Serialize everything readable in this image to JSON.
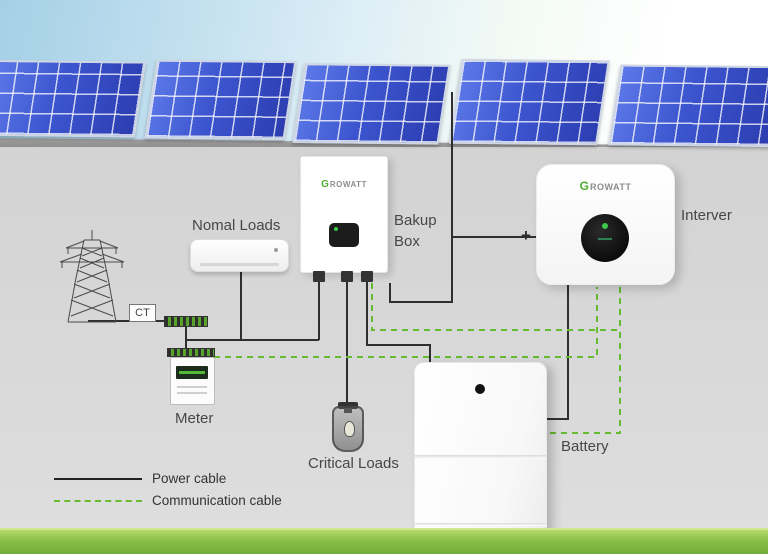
{
  "labels": {
    "normal_loads": "Nomal Loads",
    "backup_box": "Bakup Box",
    "inverter": "Interver",
    "meter": "Meter",
    "critical_loads": "Critical Loads",
    "battery": "Battery",
    "ct": "CT",
    "plus": "+"
  },
  "brand": {
    "g": "G",
    "rest": "ROWATT"
  },
  "legend": {
    "power": "Power cable",
    "communication": "Communication cable"
  },
  "colors": {
    "power_line": "#2f2f2f",
    "communication_line": "#66bb2f",
    "panel_blue": "#3c55cf",
    "grass_green": "#7cb743"
  }
}
